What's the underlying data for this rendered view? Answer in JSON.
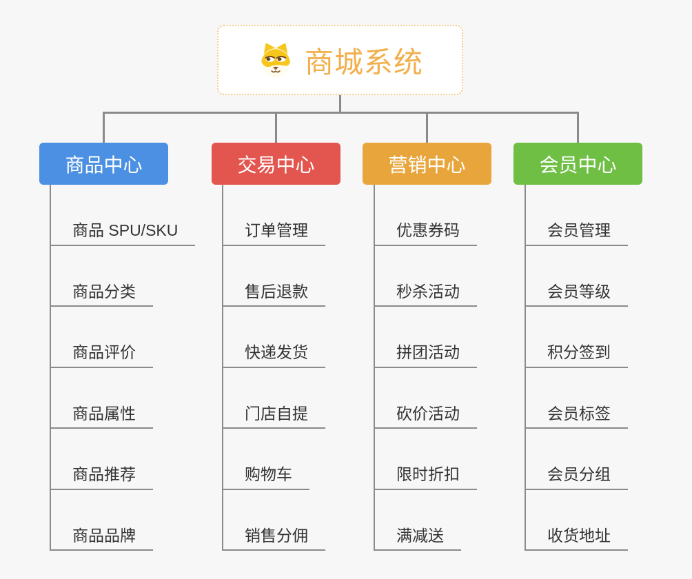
{
  "background_color": "#f7f7f7",
  "connector_color": "#8a8a8a",
  "root": {
    "title": "商城系统",
    "icon": "dog-face-icon",
    "text_color": "#f2af4d",
    "border_color": "#f5c98b"
  },
  "branches": [
    {
      "label": "商品中心",
      "color": "#4b90e2",
      "items": [
        "商品 SPU/SKU",
        "商品分类",
        "商品评价",
        "商品属性",
        "商品推荐",
        "商品品牌"
      ]
    },
    {
      "label": "交易中心",
      "color": "#e3564f",
      "items": [
        "订单管理",
        "售后退款",
        "快递发货",
        "门店自提",
        "购物车",
        "销售分佣"
      ]
    },
    {
      "label": "营销中心",
      "color": "#e8a53c",
      "items": [
        "优惠券码",
        "秒杀活动",
        "拼团活动",
        "砍价活动",
        "限时折扣",
        "满减送"
      ]
    },
    {
      "label": "会员中心",
      "color": "#6ebf43",
      "items": [
        "会员管理",
        "会员等级",
        "积分签到",
        "会员标签",
        "会员分组",
        "收货地址"
      ]
    }
  ]
}
